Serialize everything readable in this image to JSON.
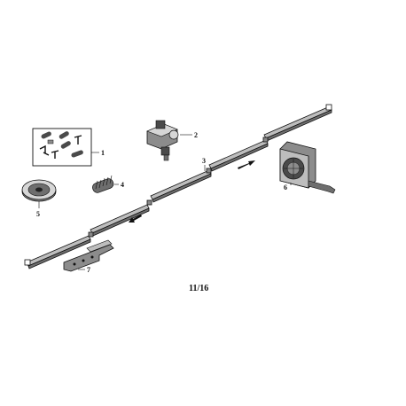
{
  "diagram": {
    "page_number": "11/16",
    "callouts": [
      {
        "id": "1",
        "label": "1"
      },
      {
        "id": "2",
        "label": "2"
      },
      {
        "id": "3",
        "label": "3"
      },
      {
        "id": "4",
        "label": "4"
      },
      {
        "id": "5",
        "label": "5"
      },
      {
        "id": "6",
        "label": "6"
      },
      {
        "id": "7",
        "label": "7"
      }
    ],
    "colors": {
      "ink": "#111111",
      "rail_fill": "#bdbdbd",
      "rail_shade": "#6e6e6e",
      "part_dark": "#4a4a4a",
      "part_mid": "#8c8c8c",
      "part_light": "#d6d6d6"
    }
  }
}
